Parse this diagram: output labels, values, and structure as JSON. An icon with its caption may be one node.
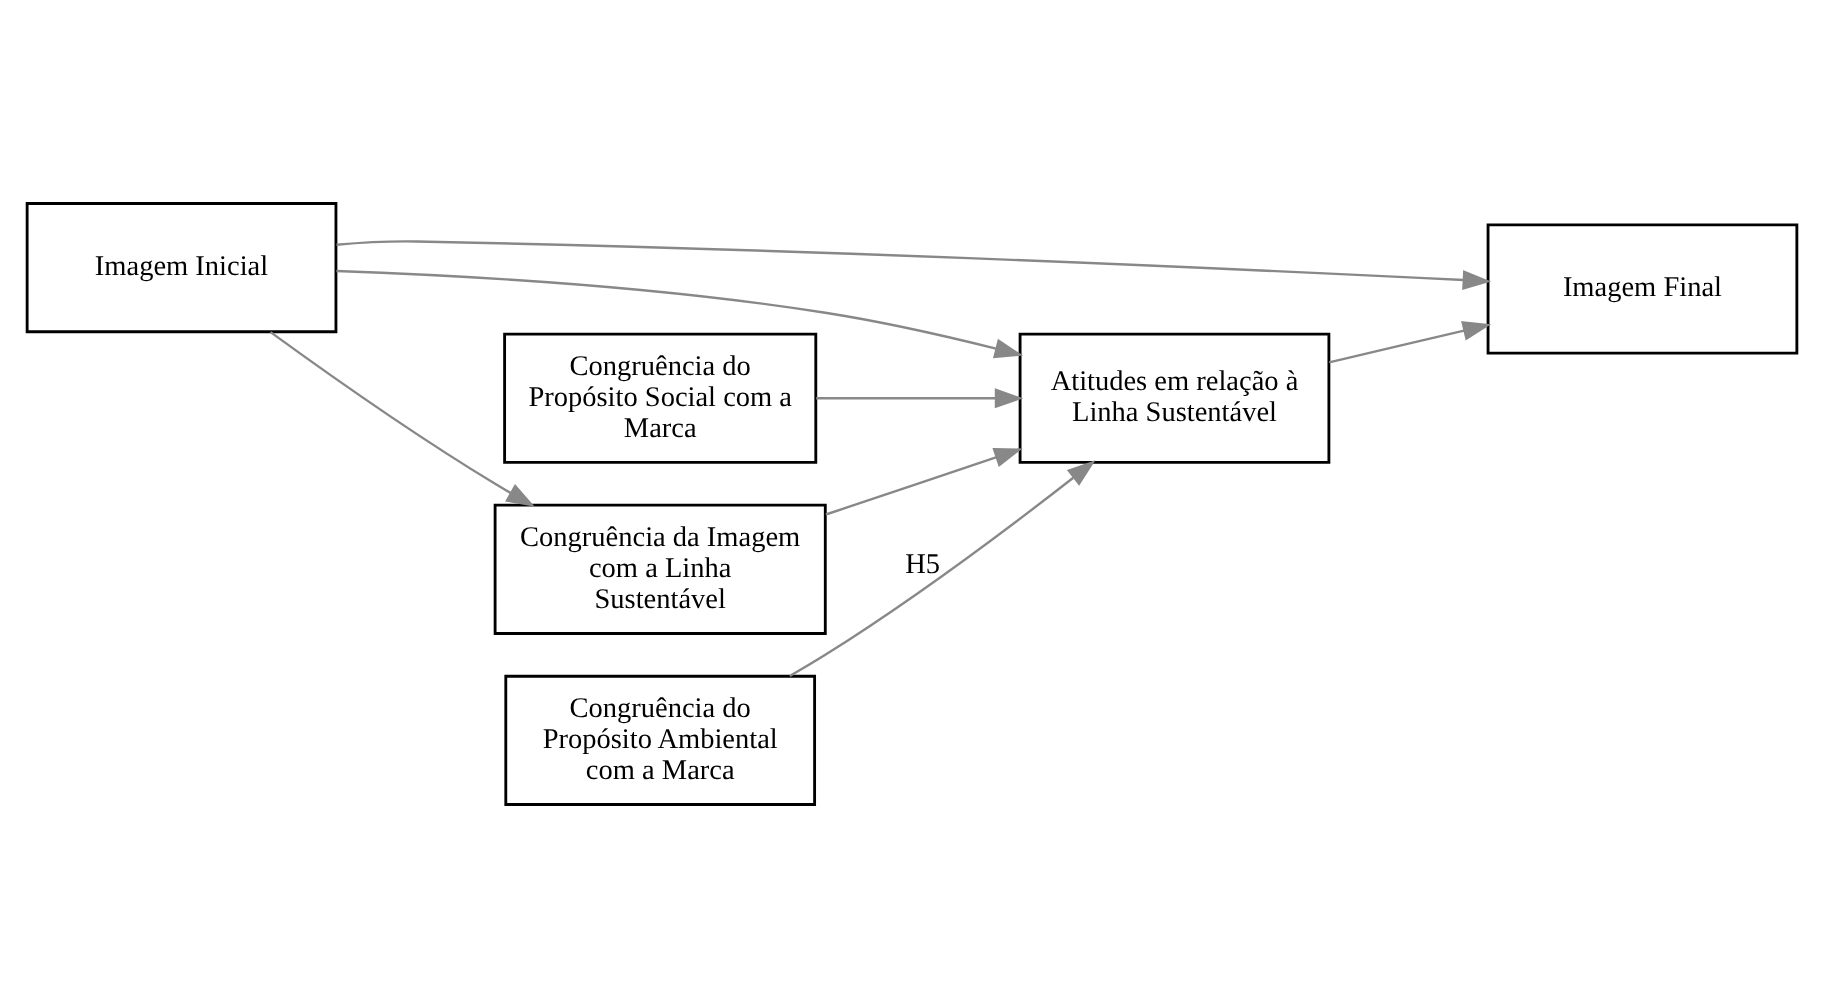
{
  "diagram": {
    "nodes": [
      {
        "text": [
          "Imagem Inicial"
        ]
      },
      {
        "text": [
          "Atitudes em relação à Linha Sustentável"
        ]
      },
      {
        "text": [
          "Imagem Final"
        ]
      },
      {
        "text": [
          "Congruência da Imagem com a Linha Sustentável"
        ]
      },
      {
        "text": [
          "Congruência do Propósito Ambiental com a Marca"
        ]
      },
      {
        "text": [
          "Congruência do Propósito Social com a Marca"
        ]
      }
    ],
    "edges": [
      {
        "from": 0,
        "to": 2,
        "arrow": "to"
      },
      {
        "from": 0,
        "to": 1,
        "arrow": "to"
      },
      {
        "from": 1,
        "to": 2,
        "arrow": "to"
      },
      {
        "from": 0,
        "to": 3,
        "arrow": "to"
      },
      {
        "from": 3,
        "to": 1,
        "arrow": "to"
      },
      {
        "from": 4,
        "to": 1,
        "arrow": "to",
        "label": "H5"
      },
      {
        "from": 5,
        "to": 1,
        "arrow": "to"
      }
    ]
  }
}
